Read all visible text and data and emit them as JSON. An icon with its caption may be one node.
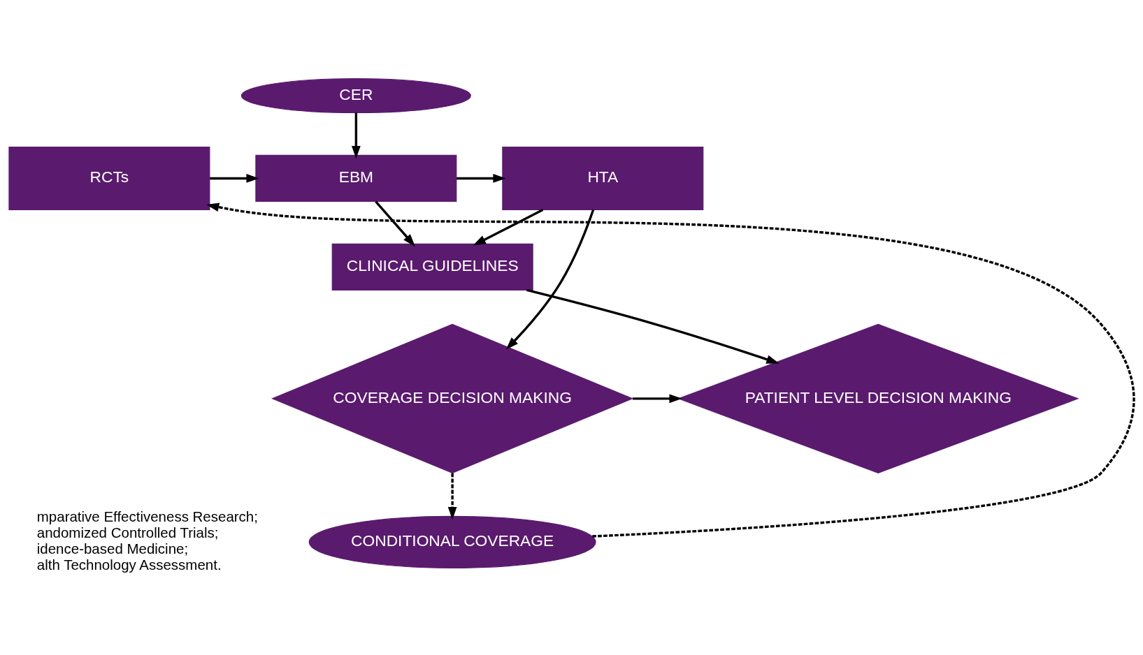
{
  "diagram": {
    "nodes": [
      {
        "text": [
          "CER"
        ]
      },
      {
        "text": [
          "RCTs"
        ]
      },
      {
        "text": [
          "EBM"
        ]
      },
      {
        "text": [
          "HTA"
        ]
      },
      {
        "text": [
          "CLINICAL GUIDELINES"
        ]
      },
      {
        "text": [
          "PATIENT LEVEL DECISION MAKING"
        ]
      },
      {
        "text": [
          "COVERAGE DECISION MAKING"
        ]
      },
      {
        "text": [
          "CONDITIONAL COVERAGE"
        ]
      }
    ],
    "edges": [
      {
        "from": 0,
        "to": 2,
        "arrow": "to"
      },
      {
        "from": 1,
        "to": 2,
        "arrow": "to"
      },
      {
        "from": 2,
        "to": 3,
        "arrow": "to"
      },
      {
        "from": 2,
        "to": 4,
        "arrow": "to"
      },
      {
        "from": 3,
        "to": 4,
        "arrow": "to"
      },
      {
        "from": 3,
        "to": 6,
        "arrow": "to"
      },
      {
        "from": 4,
        "to": 5,
        "arrow": "to"
      },
      {
        "from": 6,
        "to": 5,
        "arrow": "to"
      },
      {
        "from": 6,
        "to": 7,
        "arrow": "to",
        "style": "dashed"
      },
      {
        "from": 7,
        "to": 1,
        "arrow": "to",
        "style": "dashed"
      }
    ],
    "labels": [
      "mparative Effectiveness Research;",
      "andomized Controlled Trials;",
      "idence-based Medicine;",
      "alth Technology Assessment."
    ]
  }
}
